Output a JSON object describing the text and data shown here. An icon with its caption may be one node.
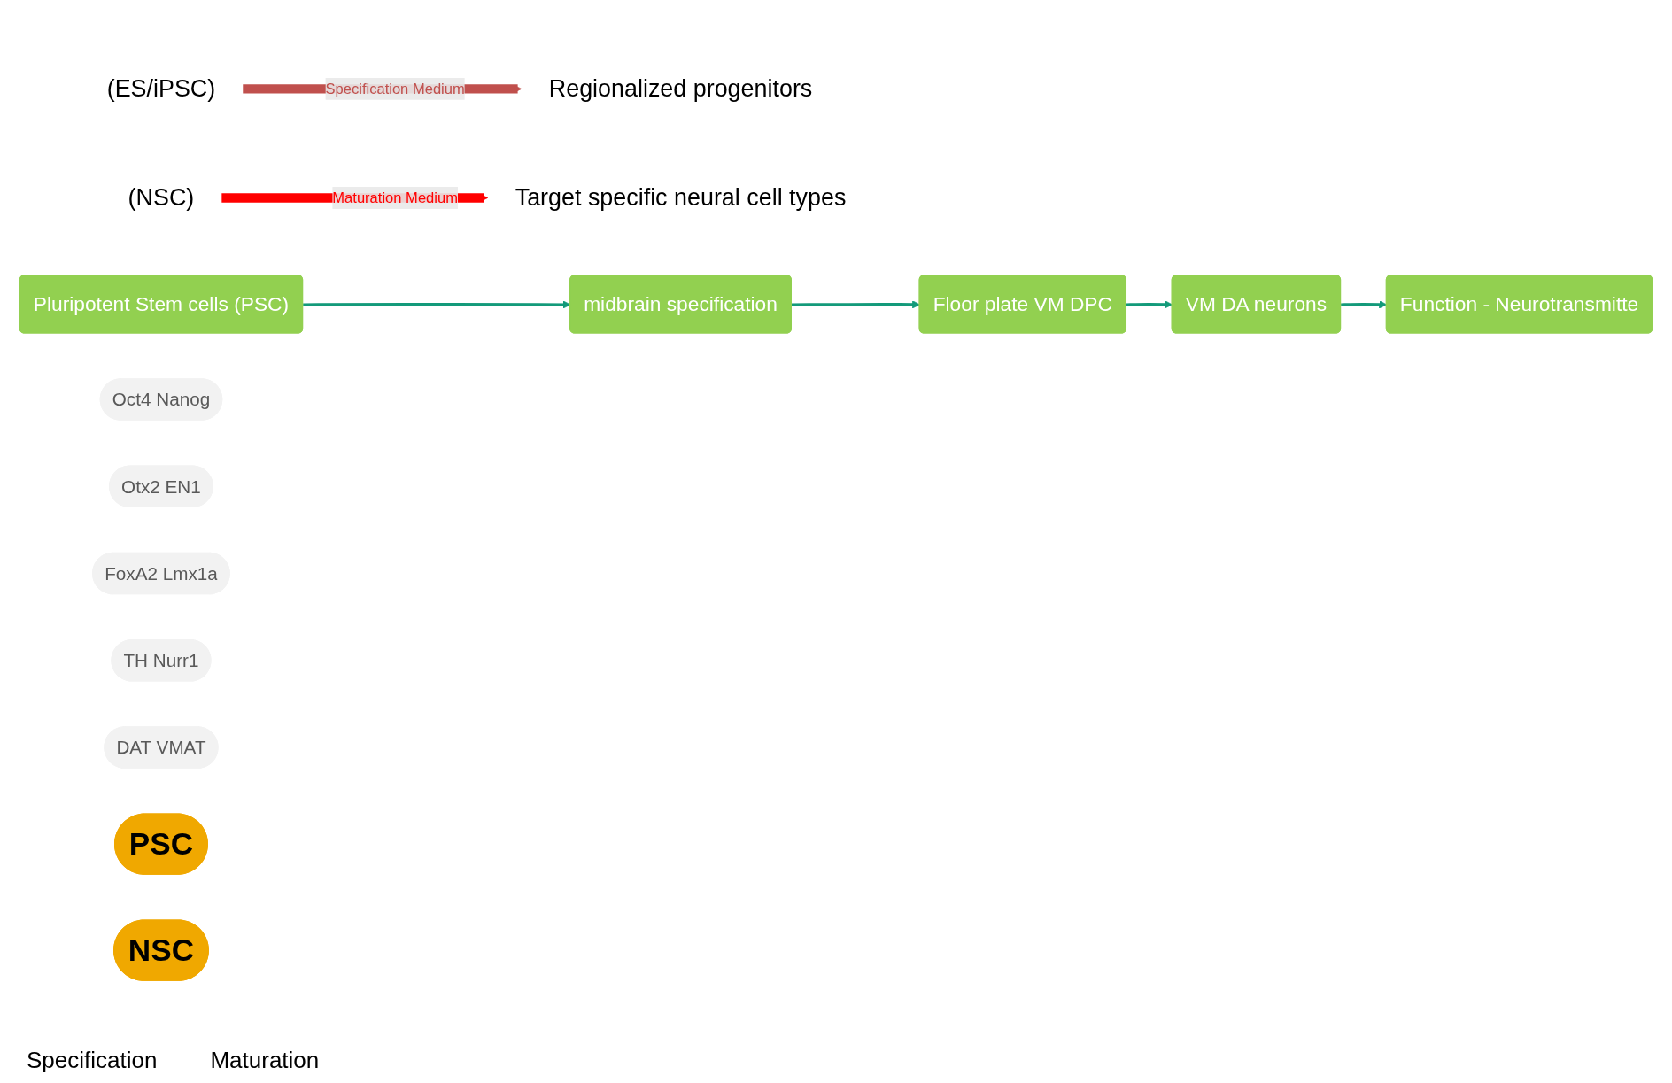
{
  "diagram": {
    "nodes": [
      {
        "text": [
          "(ES/iPSC)"
        ]
      },
      {
        "text": [
          "Regionalized progenitors"
        ]
      },
      {
        "text": [
          "(NSC)"
        ]
      },
      {
        "text": [
          "Target specific neural cell types"
        ]
      },
      {
        "text": [
          "Pluripotent Stem cells (PSC)"
        ]
      },
      {
        "text": [
          "Oct4 Nanog"
        ]
      },
      {
        "text": [
          "midbrain specification"
        ]
      },
      {
        "text": [
          "Otx2 EN1"
        ]
      },
      {
        "text": [
          "Floor plate  VM DPC"
        ]
      },
      {
        "text": [
          "FoxA2 Lmx1a"
        ]
      },
      {
        "text": [
          "VM DA neurons"
        ]
      },
      {
        "text": [
          "TH Nurr1"
        ]
      },
      {
        "text": [
          "Function - Neurotransmitte"
        ]
      },
      {
        "text": [
          "DAT VMAT"
        ]
      },
      {
        "text": [
          "PSC"
        ]
      },
      {
        "text": [
          "NSC"
        ]
      }
    ],
    "edges": [
      {
        "from": 0,
        "to": 1,
        "arrow": "to",
        "label": "Specification Medium",
        "style": "thick",
        "color": "#c0504d"
      },
      {
        "from": 2,
        "to": 3,
        "arrow": "to",
        "label": "Maturation Medium",
        "style": "thick",
        "color": "#ff0000"
      },
      {
        "from": 4,
        "to": 6,
        "arrow": "to"
      },
      {
        "from": 6,
        "to": 8,
        "arrow": "to"
      },
      {
        "from": 8,
        "to": 10,
        "arrow": "to"
      },
      {
        "from": 10,
        "to": 12,
        "arrow": "to"
      }
    ],
    "labels": [
      "Specification",
      "Maturation"
    ]
  }
}
